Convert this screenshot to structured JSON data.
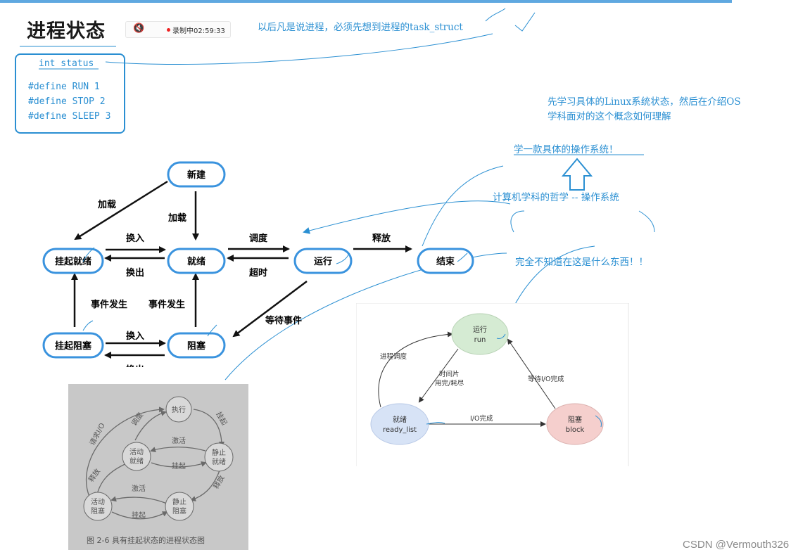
{
  "page": {
    "title": "进程状态",
    "recorder": {
      "status": "录制中02:59:33",
      "speaker_icon": "speaker-muted-icon"
    },
    "watermark": "CSDN @Vermouth326"
  },
  "notes": {
    "task_struct": "以后凡是说进程，必须先想到进程的task_struct",
    "learn_linux": "先学习具体的Linux系统状态，然后在介绍OS学科面对的这个概念如何理解",
    "learn_os": "学一款具体的操作系统！",
    "philosophy": "计算机学科的哲学 -- 操作系统",
    "unknown": "完全不知道在这是什么东西！！"
  },
  "code": {
    "field": "int status",
    "defines": [
      "#define RUN 1",
      "#define STOP 2",
      "#define SLEEP 3"
    ]
  },
  "diagram": {
    "nodes": {
      "new": "新建",
      "ready": "就绪",
      "running": "运行",
      "end": "结束",
      "suspend_ready": "挂起就绪",
      "blocked": "阻塞",
      "suspend_blocked": "挂起阻塞"
    },
    "edges": {
      "load_left": "加载",
      "load_down": "加载",
      "swap_in_top": "换入",
      "swap_out_top": "换出",
      "dispatch": "调度",
      "timeout": "超时",
      "release": "释放",
      "event_occur_left": "事件发生",
      "event_occur_right": "事件发生",
      "wait_event": "等待事件",
      "swap_in_bottom": "换入",
      "swap_out_bottom": "换出"
    }
  },
  "book_figure": {
    "nodes": {
      "exec": "执行",
      "active_ready": [
        "活动",
        "就绪"
      ],
      "static_ready": [
        "静止",
        "就绪"
      ],
      "active_blocked": [
        "活动",
        "阻塞"
      ],
      "static_blocked": [
        "静止",
        "阻塞"
      ]
    },
    "edges": {
      "request_io": "请求I/O",
      "dispatch": "调度",
      "suspend_top": "挂起",
      "activate_top": "激活",
      "suspend_mid": "挂起",
      "release_left": "释放",
      "activate_bottom": "激活",
      "release_right": "释放",
      "suspend_bottom": "挂起"
    },
    "caption": "图 2-6  具有挂起状态的进程状态图"
  },
  "linux_figure": {
    "nodes": {
      "running": [
        "运行",
        "run"
      ],
      "ready": [
        "就绪",
        "ready_list"
      ],
      "blocked": [
        "阻塞",
        "block"
      ]
    },
    "edges": {
      "dispatch": "进程调度",
      "timeslice": [
        "时间片",
        "用完/耗尽"
      ],
      "wait_io": "等待I/O完成",
      "io_done": "I/O完成"
    }
  },
  "colors": {
    "accent_blue": "#2a8fd2",
    "node_border": "#3a93de",
    "running_fill": "#d5ebd3",
    "ready_fill": "#d7e3f6",
    "blocked_fill": "#f5cfcd"
  }
}
